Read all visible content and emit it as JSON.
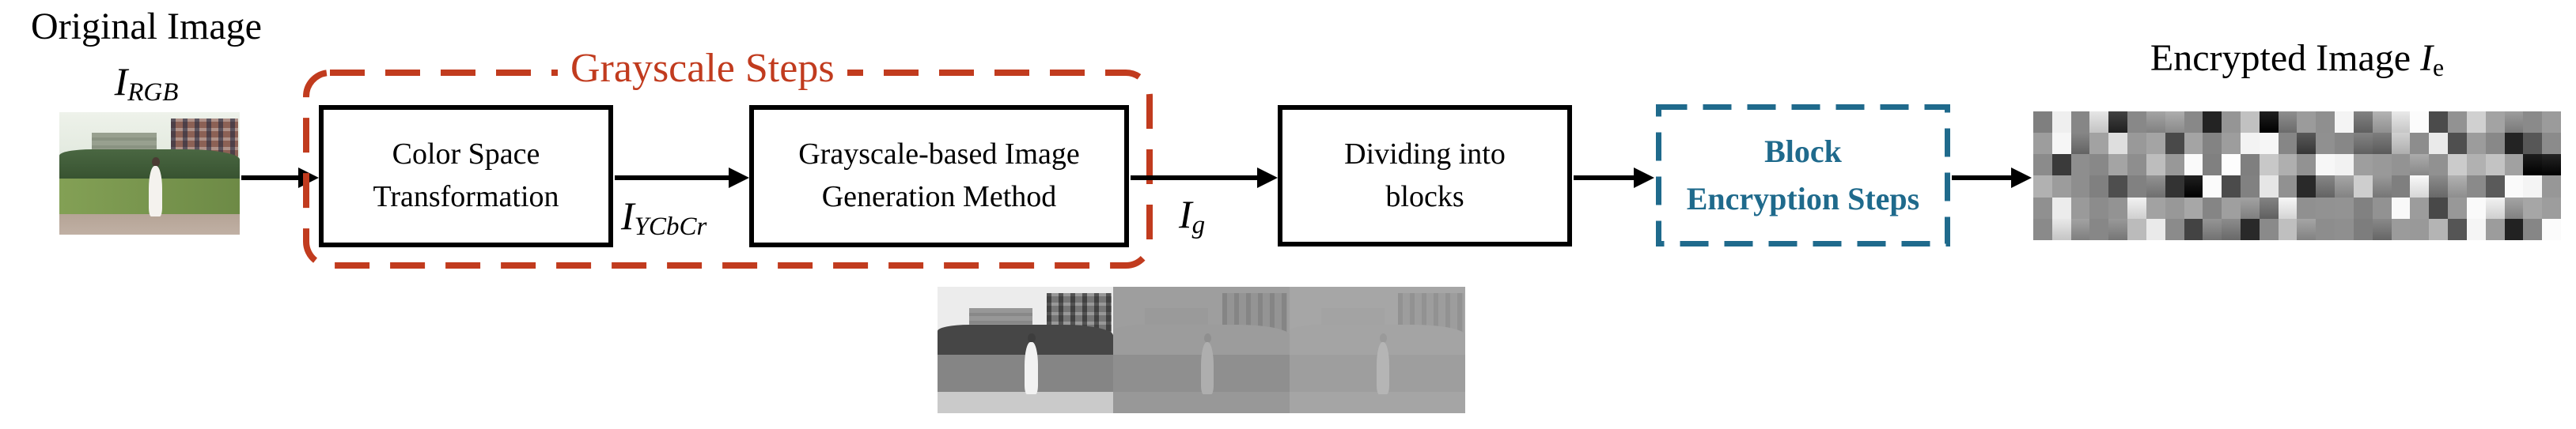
{
  "original": {
    "title": "Original Image",
    "symbol": "I",
    "symbol_sub": "RGB"
  },
  "grayscale_group": {
    "label": "Grayscale Steps",
    "accent_color": "#C13B1E"
  },
  "nodes": {
    "color_space": {
      "line1": "Color Space",
      "line2": "Transformation"
    },
    "grayscale_gen": {
      "line1": "Grayscale-based Image",
      "line2": "Generation Method"
    },
    "dividing": {
      "line1": "Dividing into",
      "line2": "blocks"
    },
    "block_encryption": {
      "line1": "Block",
      "line2": "Encryption Steps",
      "accent_color": "#1F6A8C"
    }
  },
  "signals": {
    "ycbcr": {
      "symbol": "I",
      "sub": "YCbCr"
    },
    "g": {
      "symbol": "I",
      "sub": "g"
    }
  },
  "encrypted": {
    "title": "Encrypted Image",
    "symbol": "I",
    "symbol_sub": "e"
  }
}
